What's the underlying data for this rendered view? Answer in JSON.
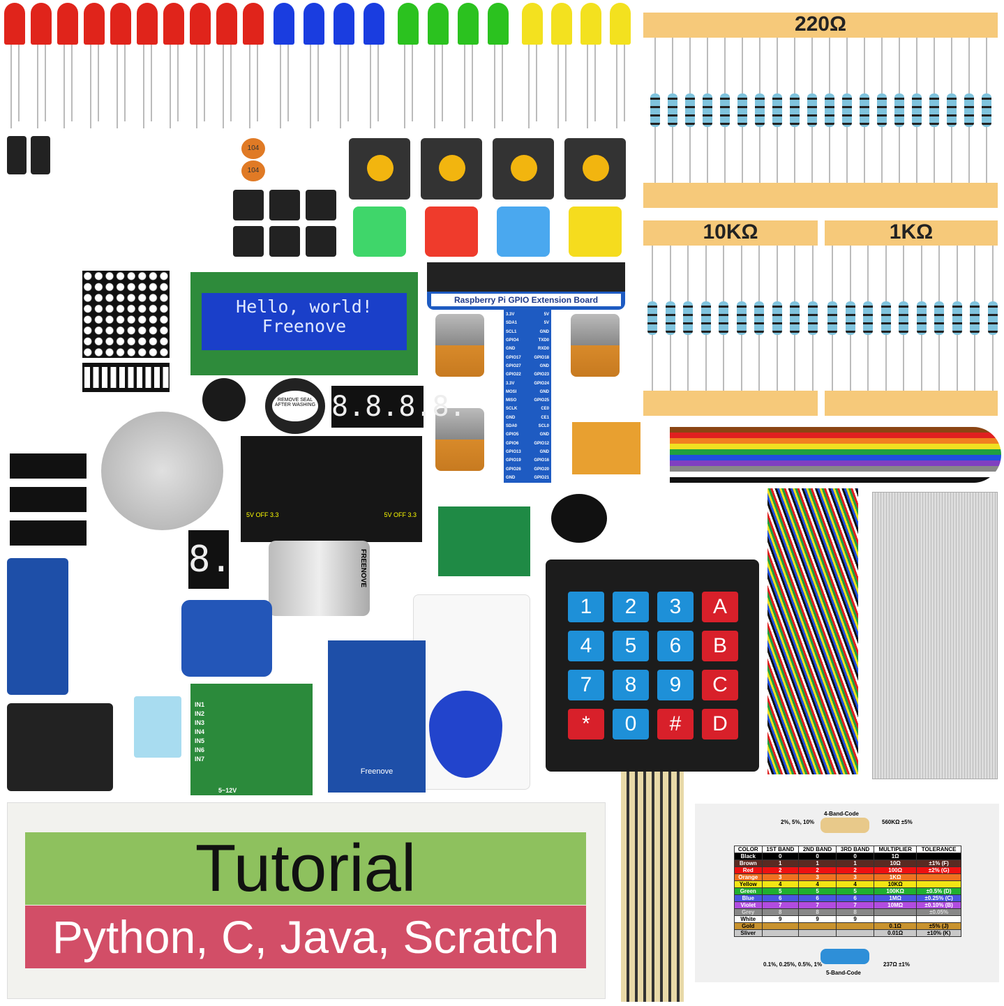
{
  "colors": {
    "red_led": "#e0241b",
    "blue_led": "#1a3de0",
    "green_led": "#2bc21f",
    "yellow_led": "#f3e11f",
    "tape": "#f6c97a",
    "lcd": "#1a3fc9",
    "breadboard_green": "#8ec15e",
    "breadboard_red": "#d24e67"
  },
  "leds": {
    "red": 10,
    "blue": 4,
    "green": 4,
    "yellow": 4
  },
  "resistors": {
    "r220": {
      "label": "220Ω",
      "count": 20
    },
    "r10k": {
      "label": "10KΩ",
      "count": 10
    },
    "r1k": {
      "label": "1KΩ",
      "count": 10
    }
  },
  "capacitor_label": "104",
  "lcd": {
    "line1": "Hello, world!",
    "line2": "Freenove"
  },
  "gpio_board": {
    "title": "Raspberry Pi GPIO Extension Board",
    "left_pins": [
      "3.3V",
      "SDA1",
      "SCL1",
      "GPIO4",
      "GND",
      "GPIO17",
      "GPIO27",
      "GPIO22",
      "3.3V",
      "MOSI",
      "MISO",
      "SCLK",
      "GND",
      "SDA0",
      "GPIO5",
      "GPIO6",
      "GPIO13",
      "GPIO19",
      "GPIO26",
      "GND"
    ],
    "right_pins": [
      "5V",
      "5V",
      "GND",
      "TXD0",
      "RXD0",
      "GPIO18",
      "GND",
      "GPIO23",
      "GPIO24",
      "GND",
      "GPIO25",
      "CE0",
      "CE1",
      "SCL0",
      "GND",
      "GPIO12",
      "GND",
      "GPIO16",
      "GPIO20",
      "GPIO21"
    ]
  },
  "seven_segment": "8.8.8.8.",
  "single_digit": "8.",
  "buzzer_sticker": "REMOVE SEAL AFTER WASHING",
  "power_module": {
    "left": "5V OFF 3.3",
    "right": "5V OFF 3.3"
  },
  "motor_label": "FREENOVE",
  "driver_board": {
    "inputs": [
      "IN1",
      "IN2",
      "IN3",
      "IN4",
      "IN5",
      "IN6",
      "IN7"
    ],
    "voltage": "5~12V"
  },
  "rfid_label": "Freenove",
  "keypad": [
    "1",
    "2",
    "3",
    "A",
    "4",
    "5",
    "6",
    "B",
    "7",
    "8",
    "9",
    "C",
    "*",
    "0",
    "#",
    "D"
  ],
  "banner": {
    "title": "Tutorial",
    "languages": "Python, C, Java, Scratch"
  },
  "color_chart": {
    "top_title": "4-Band-Code",
    "top_left": "2%, 5%, 10%",
    "top_right": "560KΩ ±5%",
    "bottom_title": "5-Band-Code",
    "bottom_left": "0.1%, 0.25%, 0.5%, 1%",
    "bottom_right": "237Ω ±1%",
    "headers": [
      "COLOR",
      "1ST BAND",
      "2ND BAND",
      "3RD BAND",
      "MULTIPLIER",
      "TOLERANCE"
    ],
    "rows": [
      {
        "name": "Black",
        "color": "#000000",
        "fg": "#fff",
        "v": [
          "0",
          "0",
          "0",
          "1Ω",
          ""
        ]
      },
      {
        "name": "Brown",
        "color": "#5a2a22",
        "fg": "#fff",
        "v": [
          "1",
          "1",
          "1",
          "10Ω",
          "±1%  (F)"
        ]
      },
      {
        "name": "Red",
        "color": "#ee1111",
        "fg": "#fff",
        "v": [
          "2",
          "2",
          "2",
          "100Ω",
          "±2%  (G)"
        ]
      },
      {
        "name": "Orange",
        "color": "#f07020",
        "fg": "#fff",
        "v": [
          "3",
          "3",
          "3",
          "1KΩ",
          ""
        ]
      },
      {
        "name": "Yellow",
        "color": "#f3e514",
        "fg": "#000",
        "v": [
          "4",
          "4",
          "4",
          "10KΩ",
          ""
        ]
      },
      {
        "name": "Green",
        "color": "#20b030",
        "fg": "#fff",
        "v": [
          "5",
          "5",
          "5",
          "100KΩ",
          "±0.5%  (D)"
        ]
      },
      {
        "name": "Blue",
        "color": "#4a55e0",
        "fg": "#fff",
        "v": [
          "6",
          "6",
          "6",
          "1MΩ",
          "±0.25%  (C)"
        ]
      },
      {
        "name": "Violet",
        "color": "#b14ce0",
        "fg": "#fff",
        "v": [
          "7",
          "7",
          "7",
          "10MΩ",
          "±0.10%  (B)"
        ]
      },
      {
        "name": "Grey",
        "color": "#888888",
        "fg": "#ddd",
        "v": [
          "8",
          "8",
          "8",
          "",
          "±0.05%"
        ]
      },
      {
        "name": "White",
        "color": "#ffffff",
        "fg": "#000",
        "v": [
          "9",
          "9",
          "9",
          "",
          ""
        ]
      },
      {
        "name": "Gold",
        "color": "#c8922e",
        "fg": "#000",
        "v": [
          "",
          "",
          "",
          "0.1Ω",
          "±5%  (J)"
        ]
      },
      {
        "name": "Sliver",
        "color": "#c8c8c8",
        "fg": "#000",
        "v": [
          "",
          "",
          "",
          "0.01Ω",
          "±10%  (K)"
        ]
      }
    ]
  }
}
